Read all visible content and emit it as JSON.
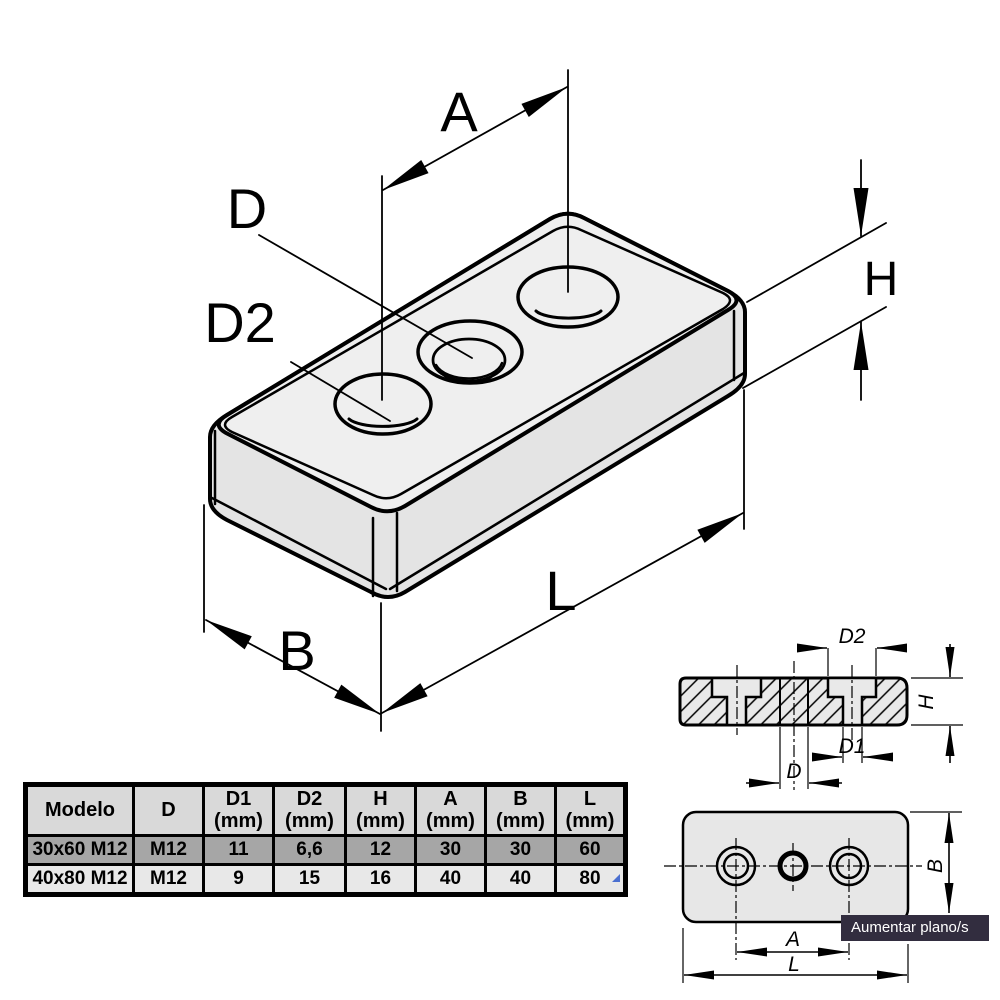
{
  "main_view": {
    "labels": {
      "a": "A",
      "d": "D",
      "d2": "D2",
      "h": "H",
      "b": "B",
      "l": "L"
    }
  },
  "section_view": {
    "labels": {
      "d2": "D2",
      "h": "H",
      "d1": "D1",
      "d": "D"
    }
  },
  "plan_view": {
    "labels": {
      "b": "B",
      "a": "A",
      "l": "L"
    }
  },
  "zoom_button": {
    "label": "Aumentar plano/s"
  },
  "table": {
    "headers": [
      {
        "label": "Modelo",
        "unit": ""
      },
      {
        "label": "D",
        "unit": ""
      },
      {
        "label": "D1",
        "unit": "(mm)"
      },
      {
        "label": "D2",
        "unit": "(mm)"
      },
      {
        "label": "H",
        "unit": "(mm)"
      },
      {
        "label": "A",
        "unit": "(mm)"
      },
      {
        "label": "B",
        "unit": "(mm)"
      },
      {
        "label": "L",
        "unit": "(mm)"
      }
    ],
    "rows": [
      {
        "cells": [
          "30x60 M12",
          "M12",
          "11",
          "6,6",
          "12",
          "30",
          "30",
          "60"
        ],
        "highlighted": true
      },
      {
        "cells": [
          "40x80 M12",
          "M12",
          "9",
          "15",
          "16",
          "40",
          "40",
          "80"
        ],
        "highlighted": false
      }
    ]
  },
  "colors": {
    "line": "#000000",
    "top_face": "#efefef",
    "side_face": "#e4e4e4",
    "section_fill": "#e9e9e9",
    "plan_fill": "#e7e7e7",
    "table_header_bg": "#d9d9d9",
    "table_highlight_row": "#a6a6a6",
    "table_row_bg": "#e8e8e8",
    "button_bg": "#322d3f",
    "button_text": "#ffffff",
    "corner_marker_blue": "#4a6fd0"
  }
}
